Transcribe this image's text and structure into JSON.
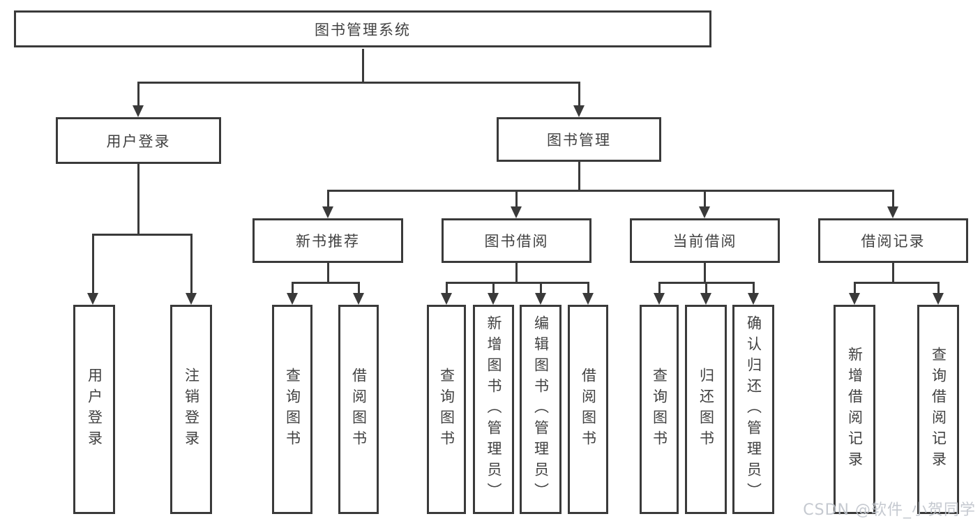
{
  "nodes": {
    "root": "图书管理系统",
    "user_login": "用户登录",
    "book_mgmt": "图书管理",
    "new_books": "新书推荐",
    "book_borrow": "图书借阅",
    "current_borrow": "当前借阅",
    "borrow_records": "借阅记录",
    "leaf_user_login": "用户登录",
    "leaf_logout": "注销登录",
    "leaf_nb_query": "查询图书",
    "leaf_nb_borrow": "借阅图书",
    "leaf_bb_query": "查询图书",
    "leaf_bb_add": "新增图书（管理员）",
    "leaf_bb_edit": "编辑图书（管理员）",
    "leaf_bb_borrow": "借阅图书",
    "leaf_cb_query": "查询图书",
    "leaf_cb_return": "归还图书",
    "leaf_cb_confirm": "确认归还（管理员）",
    "leaf_br_add": "新增借阅记录",
    "leaf_br_query": "查询借阅记录"
  },
  "watermark": "CSDN @软件_小贺同学",
  "colors": {
    "line": "#3a3a3a",
    "text": "#414141",
    "background": "#ffffff",
    "watermark": "#bfc4cb"
  }
}
